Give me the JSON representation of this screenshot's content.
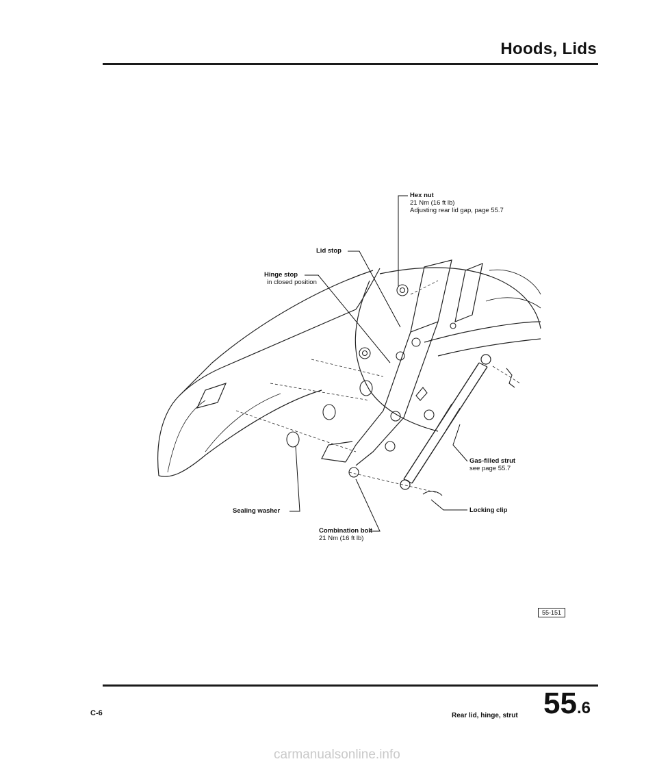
{
  "header": {
    "title": "Hoods, Lids"
  },
  "labels": {
    "hex_nut_title": "Hex nut",
    "hex_nut_torque": "21 Nm (16 ft lb)",
    "hex_nut_note": "Adjusting rear lid gap, page 55.7",
    "lid_stop": "Lid stop",
    "hinge_stop_title": "Hinge stop",
    "hinge_stop_note": "in closed position",
    "gas_strut_title": "Gas-filled strut",
    "gas_strut_note": "see page 55.7",
    "locking_clip": "Locking clip",
    "sealing_washer": "Sealing washer",
    "combination_bolt_title": "Combination bolt",
    "combination_bolt_torque": "21 Nm (16 ft lb)"
  },
  "figure_number": "55-151",
  "footer": {
    "left_code": "C-6",
    "caption": "Rear lid, hinge, strut",
    "page_major": "55",
    "page_minor": ".6"
  },
  "watermark": "carmanualsonline.info"
}
